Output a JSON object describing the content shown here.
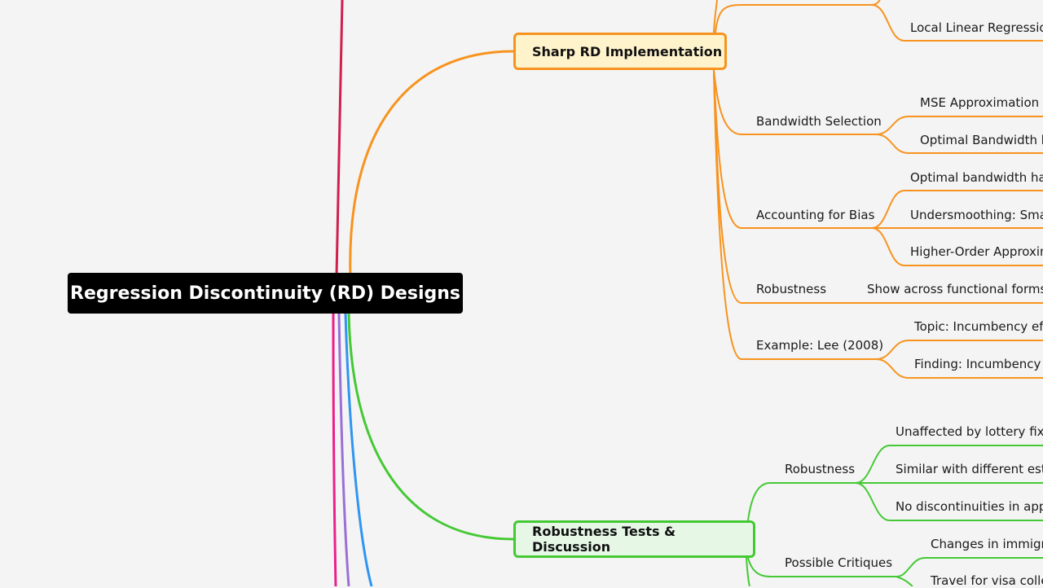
{
  "root": {
    "title": "Regression Discontinuity (RD) Designs"
  },
  "branches": {
    "sharp": {
      "title": "Sharp RD Implementation",
      "local_linear": "Local Linear Regression",
      "bandwidth": {
        "label": "Bandwidth Selection",
        "items": [
          "MSE Approximation (C",
          "Optimal Bandwidth h_"
        ]
      },
      "bias": {
        "label": "Accounting for Bias",
        "items": [
          "Optimal bandwidth has",
          "Undersmoothing: Small",
          "Higher-Order Approxim"
        ]
      },
      "robustness": {
        "label": "Robustness",
        "item": "Show across functional forms, b"
      },
      "example": {
        "label": "Example: Lee (2008)",
        "items": [
          "Topic: Incumbency effe",
          "Finding: Incumbency ra"
        ]
      }
    },
    "robust": {
      "title": "Robustness Tests & Discussion",
      "robustness": {
        "label": "Robustness",
        "items": [
          "Unaffected by lottery fixed",
          "Similar with different estim",
          "No discontinuities in appli"
        ]
      },
      "critiques": {
        "label": "Possible Critiques",
        "items": [
          "Changes in immigra",
          "Travel for visa collec"
        ]
      }
    }
  },
  "colors": {
    "orange": "#f7931e",
    "green": "#44c934",
    "crimson": "#d01f4e",
    "magenta": "#ec1f8c",
    "purple": "#9b6fd6",
    "blue": "#2f95f0",
    "root": "#000000"
  }
}
